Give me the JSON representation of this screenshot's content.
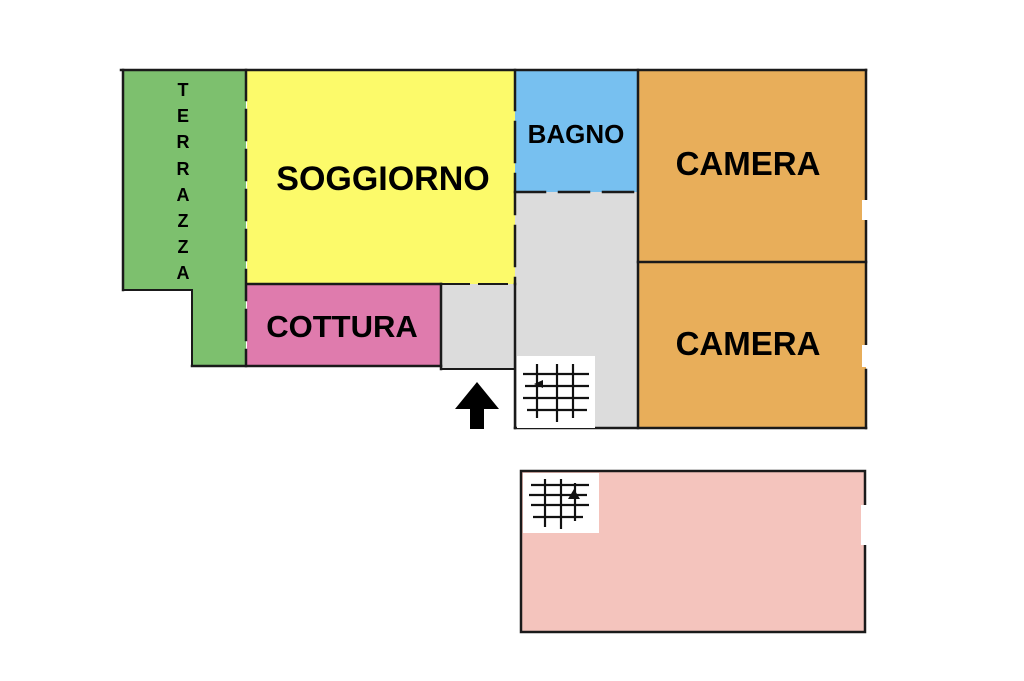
{
  "floorplan": {
    "rooms": {
      "terrazza": {
        "label": "TERRAZZA",
        "letters": [
          "T",
          "E",
          "R",
          "R",
          "A",
          "Z",
          "Z",
          "A"
        ],
        "color": "#7dc06e"
      },
      "soggiorno": {
        "label": "SOGGIORNO",
        "color": "#fcfa6a"
      },
      "cottura": {
        "label": "COTTURA",
        "color": "#df7bad"
      },
      "bagno": {
        "label": "BAGNO",
        "color": "#77c0f0"
      },
      "camera_1": {
        "label": "CAMERA",
        "color": "#e8ae5a"
      },
      "camera_2": {
        "label": "CAMERA",
        "color": "#e8ae5a"
      },
      "corridor": {
        "color": "#dcdcdc"
      },
      "entrance_hall": {
        "color": "#dcdcdc"
      },
      "basement": {
        "color": "#f4c4bd"
      }
    },
    "wall_color": "#1a1a1a",
    "icons": [
      "entrance-arrow-icon",
      "staircase-icon"
    ]
  }
}
